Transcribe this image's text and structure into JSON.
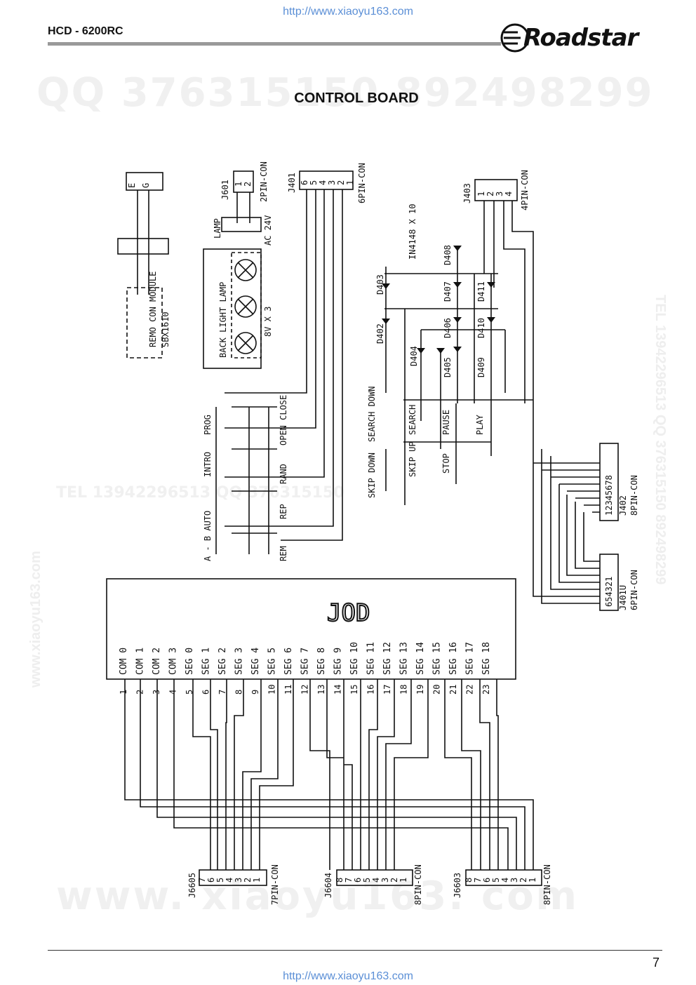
{
  "header": {
    "url_top": "http://www.xiaoyu163.com",
    "model": "HCD - 6200RC",
    "brand": "Roadstar",
    "title": "CONTROL BOARD"
  },
  "footer": {
    "url_bottom": "http://www.xiaoyu163.com",
    "page_number": "7"
  },
  "watermarks": {
    "top": "QQ 376315150  892498299",
    "bottom": "www. xiaoyu163. com",
    "middle": "TEL 13942296513  QQ 376315150",
    "right_vertical": "TEL 13942296513  QQ 376315150  892498299",
    "left_vertical": "www.xiaoyu163.com"
  },
  "schematic": {
    "remo_module": {
      "label": "REMO CON MODULE",
      "part": "SBX1610",
      "pins": [
        "E",
        "G"
      ]
    },
    "j601": {
      "ref": "J601",
      "type": "2PIN-CON",
      "pins": [
        "1",
        "2"
      ]
    },
    "lamp": {
      "label": "LAMP",
      "supply": "AC 24V",
      "backlight": "BACK LIGHT LAMP",
      "rating": "8V X 3"
    },
    "j401": {
      "ref": "J401",
      "type": "6PIN-CON",
      "pins": [
        "6",
        "5",
        "4",
        "3",
        "2",
        "1"
      ]
    },
    "diodes": {
      "part": "IN4148 X 10",
      "refs": [
        "D402",
        "D403",
        "D404",
        "D405",
        "D406",
        "D407",
        "D408",
        "D409",
        "D410",
        "D411"
      ]
    },
    "j403": {
      "ref": "J403",
      "type": "4PIN-CON",
      "pins": [
        "1",
        "2",
        "3",
        "4"
      ]
    },
    "keys_left": [
      "A - B AUTO",
      "INTRO",
      "PROG",
      "REM",
      "REP",
      "RAND",
      "OPEN CLOSE"
    ],
    "keys_right": [
      "SEARCH DOWN",
      "SEARCH",
      "PAUSE",
      "PLAY",
      "SKIP DOWN",
      "SKIP UP",
      "STOP"
    ],
    "j402": {
      "ref": "J402",
      "type": "8PIN-CON",
      "pins": "12345678"
    },
    "j401u": {
      "ref": "J401U",
      "type": "6PIN-CON",
      "pins": "654321"
    },
    "lcd": {
      "logo": "JOD",
      "pins": [
        "COM 0",
        "COM 1",
        "COM 2",
        "COM 3",
        "SEG 0",
        "SEG 1",
        "SEG 2",
        "SEG 3",
        "SEG 4",
        "SEG 5",
        "SEG 6",
        "SEG 7",
        "SEG 8",
        "SEG 9",
        "SEG 10",
        "SEG 11",
        "SEG 12",
        "SEG 13",
        "SEG 14",
        "SEG 15",
        "SEG 16",
        "SEG 17",
        "SEG 18"
      ],
      "numbers": [
        "1",
        "2",
        "3",
        "4",
        "5",
        "6",
        "7",
        "8",
        "9",
        "10",
        "11",
        "12",
        "13",
        "14",
        "15",
        "16",
        "17",
        "18",
        "19",
        "20",
        "21",
        "22",
        "23"
      ]
    },
    "j6605": {
      "ref": "J6605",
      "type": "7PIN-CON",
      "pins": [
        "7",
        "6",
        "5",
        "4",
        "3",
        "2",
        "1"
      ]
    },
    "j6604": {
      "ref": "J6604",
      "type": "8PIN-CON",
      "pins": [
        "8",
        "7",
        "6",
        "5",
        "4",
        "3",
        "2",
        "1"
      ]
    },
    "j6603": {
      "ref": "J6603",
      "type": "8PIN-CON",
      "pins": [
        "8",
        "7",
        "6",
        "5",
        "4",
        "3",
        "2",
        "1"
      ]
    }
  }
}
